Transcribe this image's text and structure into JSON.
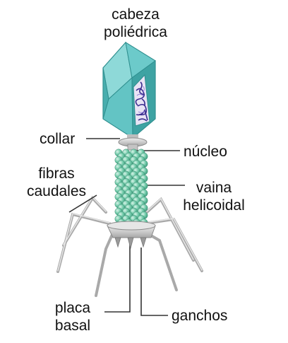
{
  "labels": {
    "head": [
      "cabeza",
      "poliédrica"
    ],
    "collar": "collar",
    "core": "núcleo",
    "tail_fibers": [
      "fibras",
      "caudales"
    ],
    "sheath": [
      "vaina",
      "helicoidal"
    ],
    "baseplate": [
      "placa",
      "basal"
    ],
    "spikes": "ganchos"
  },
  "colors": {
    "capsid_light": "#7fd3d3",
    "capsid_mid": "#55bcbc",
    "capsid_dark": "#2f9898",
    "dna": "#3a2d8f",
    "sheath_bead": "#6fc9a8",
    "metal": "#c9c9c9",
    "leader_line": "#333333"
  }
}
